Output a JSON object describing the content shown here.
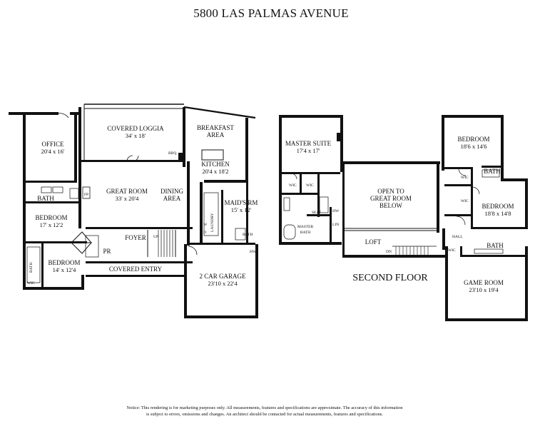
{
  "title": "5800 LAS PALMAS AVENUE",
  "second_floor_label": "SECOND FLOOR",
  "first_floor": {
    "office": {
      "name": "OFFICE",
      "dim": "20'4 x 16'"
    },
    "loggia": {
      "name": "COVERED LOGGIA",
      "dim": "34' x 18'"
    },
    "bbq": "BBQ",
    "breakfast_line1": "BREAKFAST",
    "breakfast_line2": "AREA",
    "kitchen": {
      "name": "KITCHEN",
      "dim": "20'4 x 18'2"
    },
    "bath1": "BATH",
    "great_room": {
      "name": "GREAT ROOM",
      "dim": "33' x 20'4"
    },
    "dining_line1": "DINING",
    "dining_line2": "AREA",
    "fp": "FP",
    "laundry": "LAUNDRY",
    "maids_rm": {
      "name": "MAID'S RM",
      "dim": "15' x 12'"
    },
    "bath_maid": "BATH",
    "hw": "HW",
    "bedroom1": {
      "name": "BEDROOM",
      "dim": "17' x 12'2"
    },
    "foyer": "FOYER",
    "up": "UP",
    "pr": "PR",
    "bedroom2": {
      "name": "BEDROOM",
      "dim": "14' x 12'4"
    },
    "covered_entry": "COVERED ENTRY",
    "garage": {
      "name": "2 CAR GARAGE",
      "dim": "23'10 x 22'4"
    },
    "bath_small": "BATH",
    "wic_small": "WIC",
    "w": "W",
    "d": "D"
  },
  "second_floor": {
    "master_suite": {
      "name": "MASTER SUITE",
      "dim": "17'4 x 17'"
    },
    "wic1": "WIC",
    "wic2": "WIC",
    "seat": "SEAT",
    "master_bath_line1": "MASTER",
    "master_bath_line2": "BATH",
    "hw": "HW",
    "lin": "LIN",
    "open_line1": "OPEN TO",
    "open_line2": "GREAT ROOM",
    "open_line3": "BELOW",
    "loft": "LOFT",
    "dn": "DN",
    "bedroom3": {
      "name": "BEDROOM",
      "dim": "18'6 x 14'6"
    },
    "wic3": "WIC",
    "bath3": "BATH",
    "wic4": "WIC",
    "bedroom4": {
      "name": "BEDROOM",
      "dim": "18'8 x 14'8"
    },
    "hall": "HALL",
    "bath4": "BATH",
    "wic5": "WIC",
    "game_room": {
      "name": "GAME ROOM",
      "dim": "23'10 x 19'4"
    }
  },
  "notice_line1": "Notice: This rendering is for marketing purposes only. All measurements, features and specifications are approximate. The accuracy of this information",
  "notice_line2": "is subject to errors, omissions and changes. An architect should be contacted for actual measurements, features and specifications."
}
